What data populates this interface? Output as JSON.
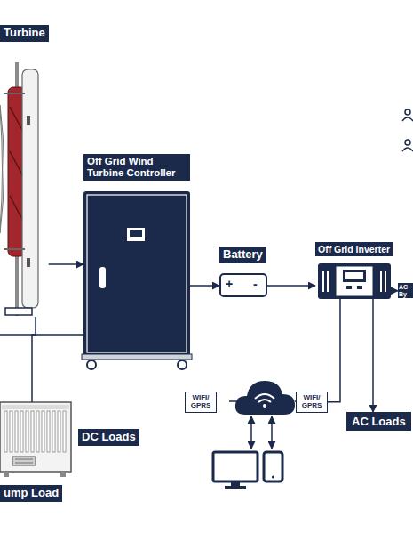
{
  "diagram": {
    "nodes": [
      {
        "text": [
          "Turbine"
        ]
      },
      {
        "text": [
          "Off Grid Wind Turbine Controller"
        ]
      },
      {
        "text": [
          "Battery",
          "+",
          "-"
        ]
      },
      {
        "text": [
          "Off Grid Inverter"
        ]
      },
      {
        "text": [
          "DC Loads",
          "ump Load"
        ]
      },
      {
        "text": [
          "WIFI/ GPRS"
        ]
      },
      {
        "text": [
          "WIFI/ GPRS"
        ]
      },
      {
        "text": [
          "AC Loads"
        ]
      },
      {
        "text": [
          "AC By"
        ]
      }
    ],
    "edges": [
      {
        "from": 0,
        "to": 1,
        "arrow": "to"
      },
      {
        "from": 1,
        "to": 2,
        "arrow": "to"
      },
      {
        "from": 2,
        "to": 3,
        "arrow": "to"
      },
      {
        "from": 3,
        "to": 8,
        "arrow": "to"
      },
      {
        "from": 3,
        "to": 7,
        "arrow": "to"
      },
      {
        "from": 3,
        "to": 6,
        "arrow": "none"
      },
      {
        "from": 1,
        "to": 4,
        "arrow": "none"
      }
    ]
  }
}
